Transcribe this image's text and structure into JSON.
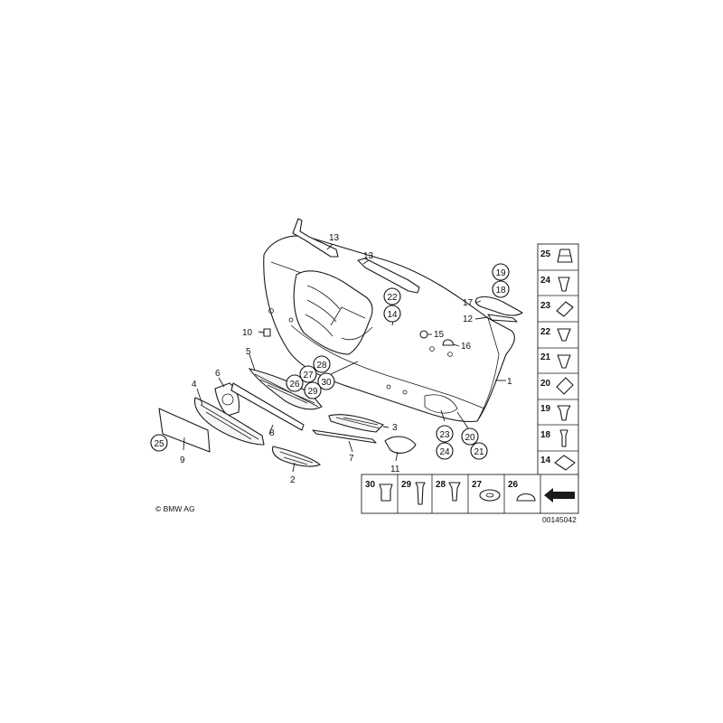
{
  "labels": {
    "l1": "1",
    "l2": "2",
    "l3": "3",
    "l4": "4",
    "l5": "5",
    "l6": "6",
    "l7": "7",
    "l8": "8",
    "l9": "9",
    "l10": "10",
    "l11": "11",
    "l12": "12",
    "l13a": "13",
    "l13b": "13",
    "l15": "15",
    "l16": "16",
    "l17": "17"
  },
  "circled": {
    "c19": "19",
    "c18": "18",
    "c22": "22",
    "c14": "14",
    "c28": "28",
    "c27": "27",
    "c26": "26",
    "c29": "29",
    "c30": "30",
    "c23": "23",
    "c24": "24",
    "c20": "20",
    "c21": "21",
    "c25": "25"
  },
  "legend_right": [
    "25",
    "24",
    "23",
    "22",
    "21",
    "20",
    "19",
    "18",
    "14"
  ],
  "legend_bottom": [
    "30",
    "29",
    "28",
    "27",
    "26"
  ],
  "copyright": "© BMW AG",
  "diagram_code": "00145042"
}
